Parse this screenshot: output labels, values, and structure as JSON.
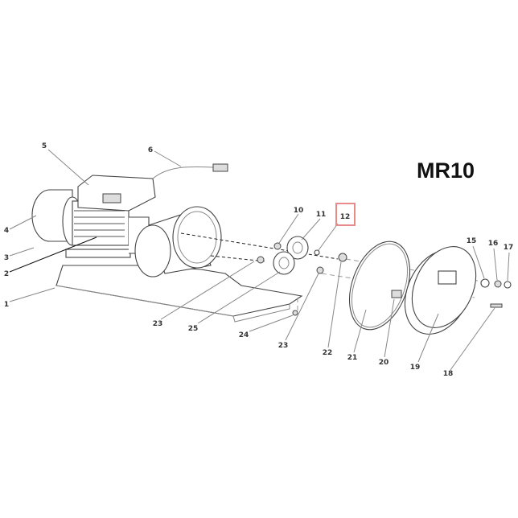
{
  "title": "MR10",
  "highlight_color": "#e88a8a",
  "highlighted_part": "12",
  "labels": [
    "1",
    "2",
    "3",
    "4",
    "5",
    "6",
    "10",
    "11",
    "12",
    "15",
    "16",
    "17",
    "18",
    "19",
    "20",
    "21",
    "22",
    "23",
    "23",
    "24",
    "25"
  ]
}
